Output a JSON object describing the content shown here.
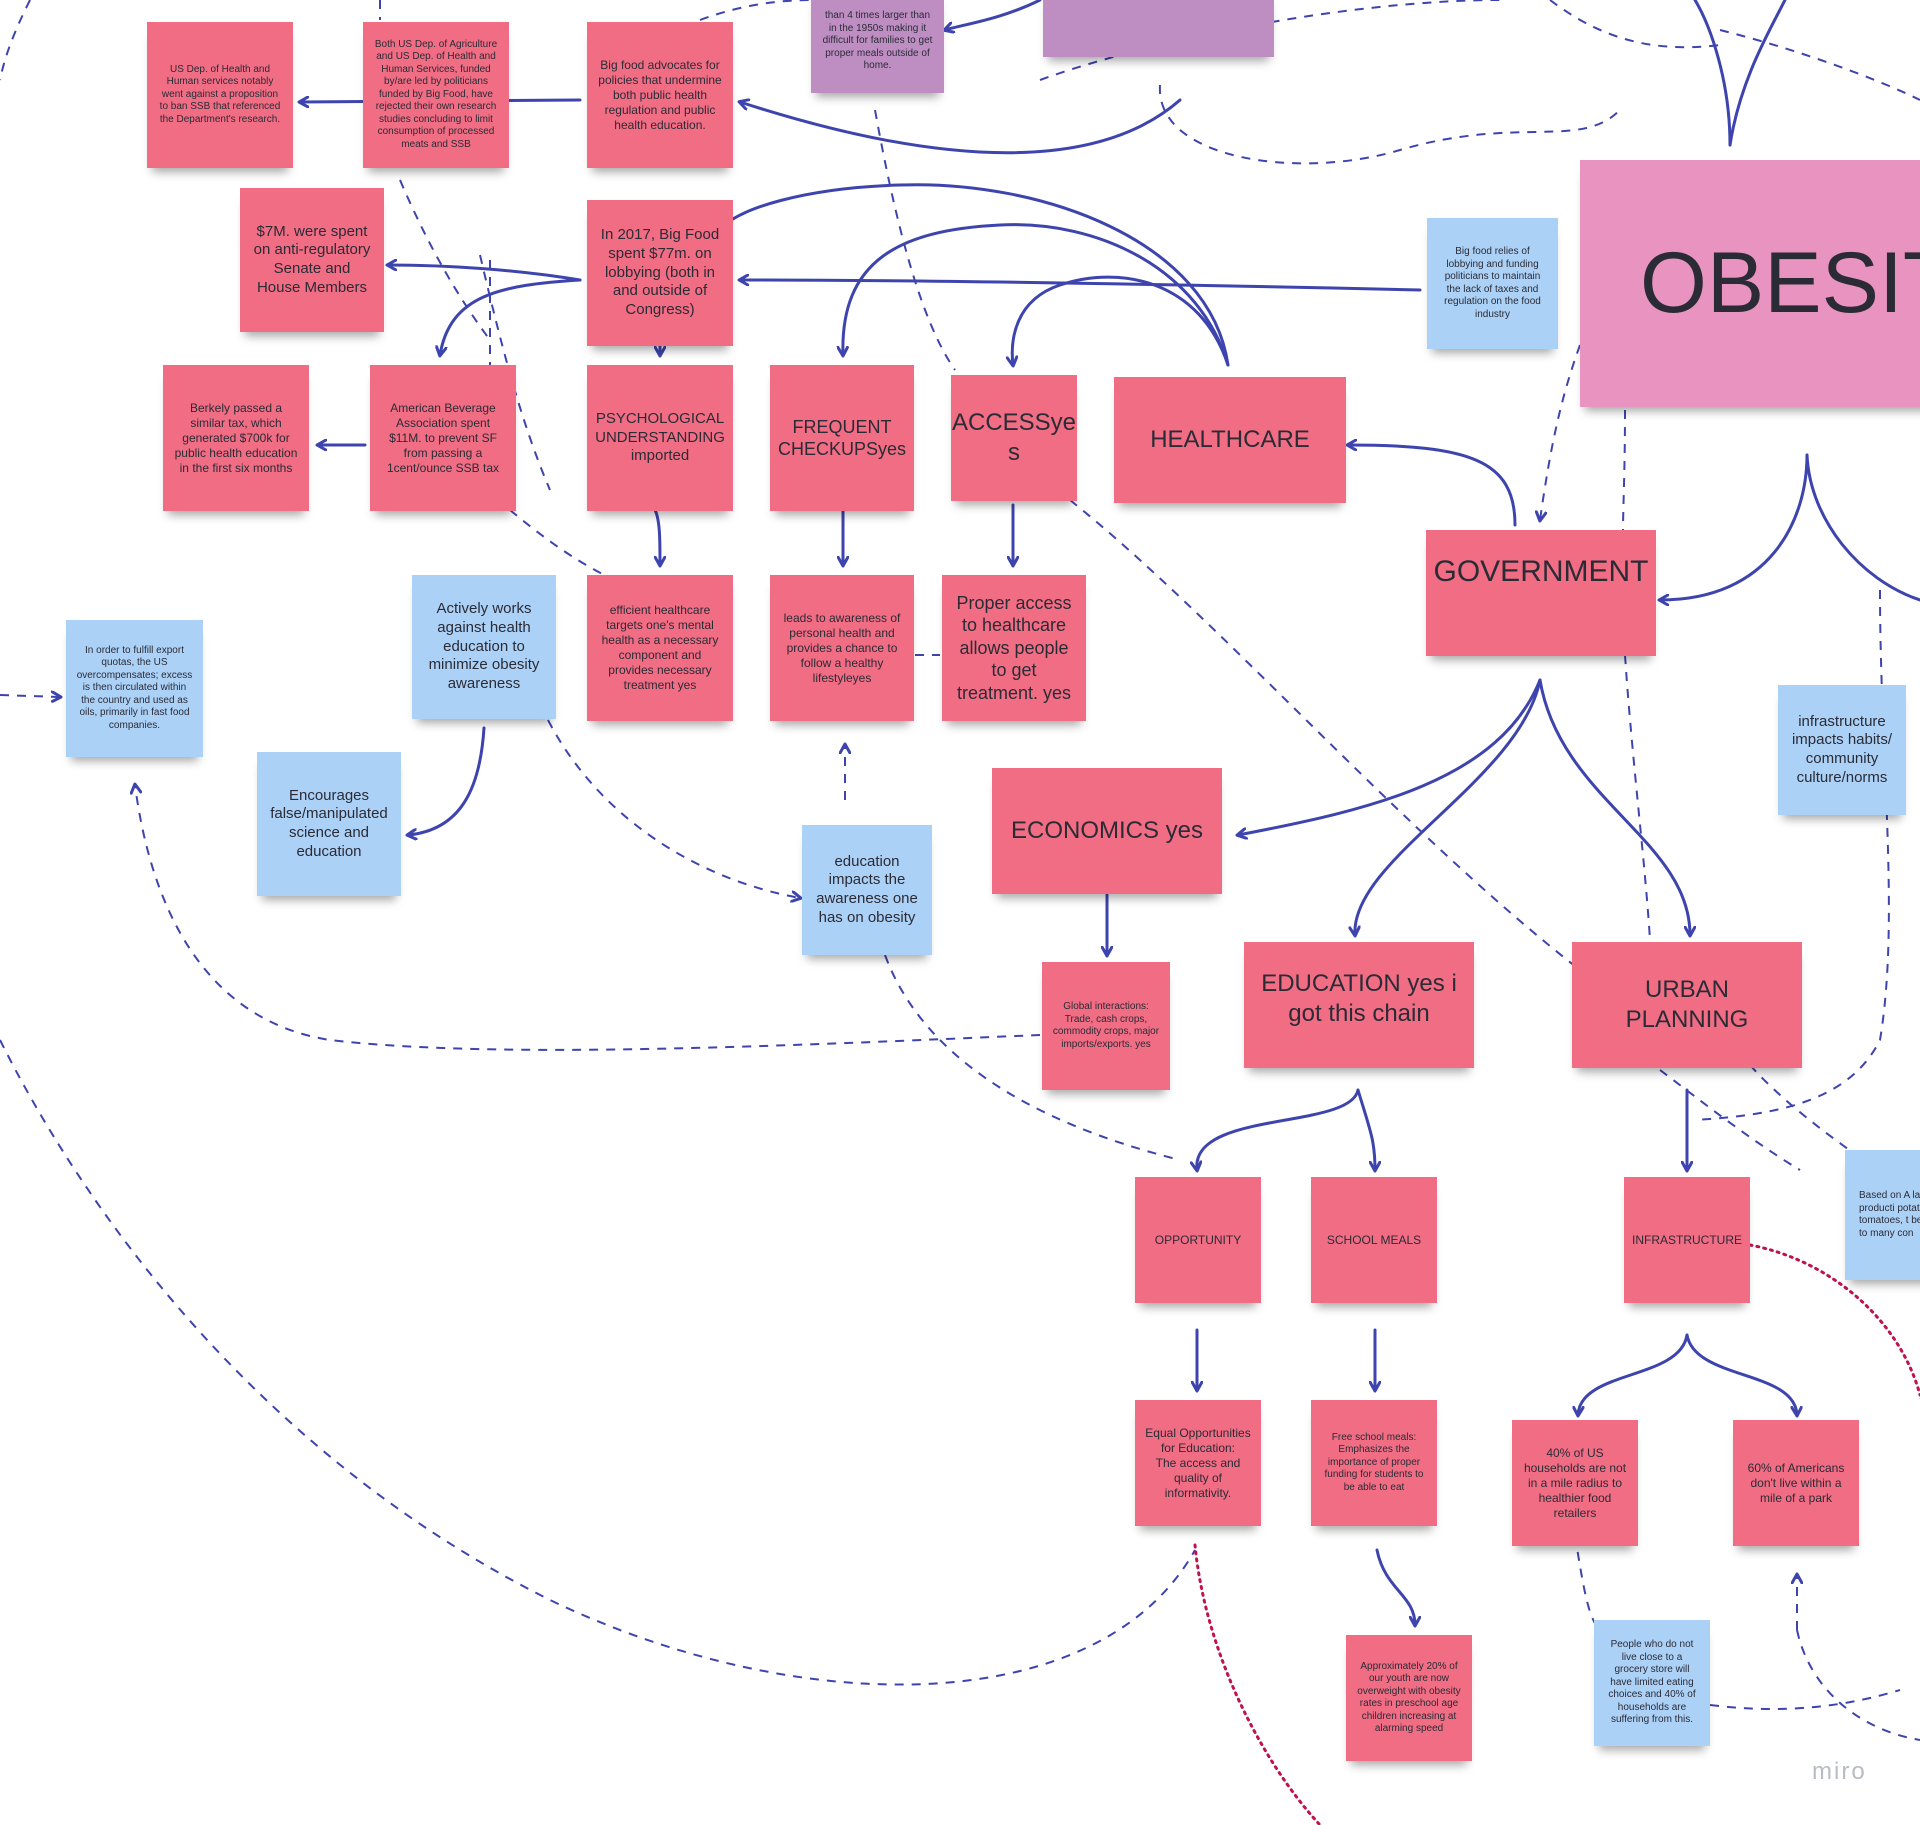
{
  "board": {
    "brand": "miro",
    "colors": {
      "red_note": "#f06d84",
      "blue_note": "#acd1f6",
      "purple_note": "#be8ec3",
      "pink_note": "#e993c1",
      "connector": "#3e44ad",
      "dotted_connector": "#c0114f"
    }
  },
  "notes": {
    "n_purple_top": "than 4 times larger than in the 1950s making it difficult for families to get proper meals outside of home.",
    "n_purple_box": "",
    "n_obesity": "OBESIT",
    "n_hhs": "US Dep. of Health and Human services notably went against a proposition to ban SSB that referenced the Department's research.",
    "n_usda": "Both US Dep. of Agriculture and US Dep. of Health and Human Services, funded by/are led by politicians funded by Big Food, have rejected their own research studies concluding to limit consumption of processed meats and SSB",
    "n_bigfood_adv": "Big food advocates for policies that undermine both public health regulation and public health education.",
    "n_7m": "$7M. were spent on anti-regulatory Senate and House Members",
    "n_77m": "In 2017, Big Food spent $77m. on lobbying (both in and outside of Congress)",
    "n_bigfood_relies": "Big food relies of lobbying and funding politicians to maintain the lack of taxes and regulation on the food industry",
    "n_berkeley": "Berkely passed a similar tax, which generated $700k for public health education in the first six months",
    "n_aba": "American Beverage Association spent $11M. to prevent SF from passing a 1cent/ounce SSB tax",
    "n_psych": "PSYCHOLOGICAL UNDERSTANDING imported",
    "n_checkups": "FREQUENT CHECKUPSyes",
    "n_access": "ACCESSye s",
    "n_healthcare": "HEALTHCARE",
    "n_government": "GOVERNMENT",
    "n_actively": "Actively works against health education to minimize obesity awareness",
    "n_efficient": "efficient healthcare targets one's mental health as a necessary component and provides necessary treatment yes",
    "n_awareness": "leads to awareness of personal health and provides a chance to follow a healthy lifestyleyes",
    "n_proper": "Proper access to healthcare allows people to get treatment. yes",
    "n_export": "In order to fulfill export quotas, the US overcompensates; excess is then circulated within the country and used as oils, primarily in fast food companies.",
    "n_encourages": "Encourages false/manipulated science and education",
    "n_edu_impacts": "education impacts the awareness one has on obesity",
    "n_economics": "ECONOMICS yes",
    "n_infra_impacts": "infrastructure impacts habits/ community culture/norms",
    "n_global": "Global interactions: Trade, cash crops, commodity crops, major imports/exports. yes",
    "n_education": "EDUCATION yes i got this chain",
    "n_urban": "URBAN PLANNING",
    "n_based": "Based on A large veg producti potatoes tomatoes, t be what is a to many con",
    "n_opportunity": "OPPORTUNITY",
    "n_school": "SCHOOL MEALS",
    "n_infrastructure": "INFRASTRUCTURE",
    "n_equal": "Equal Opportunities for Education:\nThe access and quality of informativity.",
    "n_free_meals": "Free school meals: Emphasizes the importance of proper funding for students to be able to eat",
    "n_40": "40% of US households are not in a mile radius to healthier food retailers",
    "n_60": "60% of Americans don't live within a mile of a park",
    "n_20": "Approximately 20% of our youth are now overweight with obesity rates in preschool age children increasing at alarming speed",
    "n_people": "People who do not live close to a grocery store will have limited eating choices and 40% of households are suffering from this."
  }
}
